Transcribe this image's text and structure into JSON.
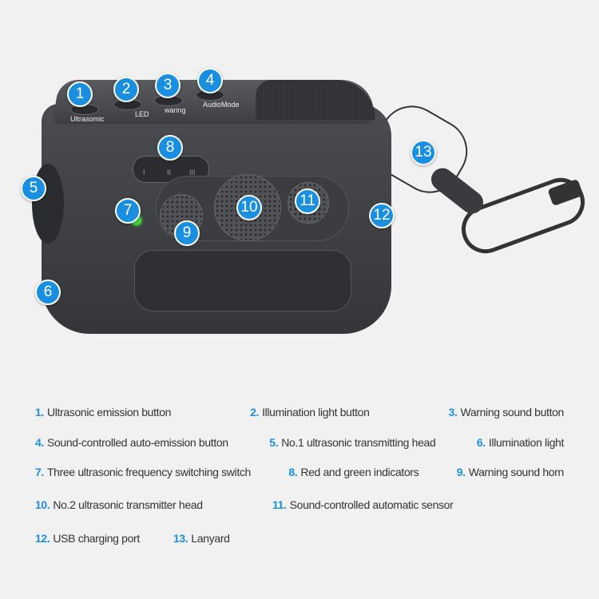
{
  "device_labels": {
    "ultrasonic": "Ultrasomic",
    "led": "LED",
    "warning": "waring",
    "audio_mode": "AudioMode",
    "switch_positions": [
      "I",
      "II",
      "III"
    ]
  },
  "callouts": [
    "1",
    "2",
    "3",
    "4",
    "5",
    "6",
    "7",
    "8",
    "9",
    "10",
    "11",
    "12",
    "13"
  ],
  "legend": [
    {
      "num": "1.",
      "text": "Ultrasonic emission button"
    },
    {
      "num": "2.",
      "text": "Illumination light button"
    },
    {
      "num": "3.",
      "text": "Warning sound button"
    },
    {
      "num": "4.",
      "text": "Sound-controlled auto-emission button"
    },
    {
      "num": "5.",
      "text": "No.1 ultrasonic transmitting head"
    },
    {
      "num": "6.",
      "text": "Illumination light"
    },
    {
      "num": "7.",
      "text": "Three ultrasonic frequency switching switch"
    },
    {
      "num": "8.",
      "text": "Red and green indicators"
    },
    {
      "num": "9.",
      "text": "Warning sound horn"
    },
    {
      "num": "10.",
      "text": "No.2 ultrasonic transmitter head"
    },
    {
      "num": "11.",
      "text": "Sound-controlled automatic sensor"
    },
    {
      "num": "12.",
      "text": "USB charging port"
    },
    {
      "num": "13.",
      "text": "Lanyard"
    }
  ],
  "colors": {
    "accent": "#1a8fe0",
    "led": "#3dd43d",
    "device": "#3a3c40"
  }
}
